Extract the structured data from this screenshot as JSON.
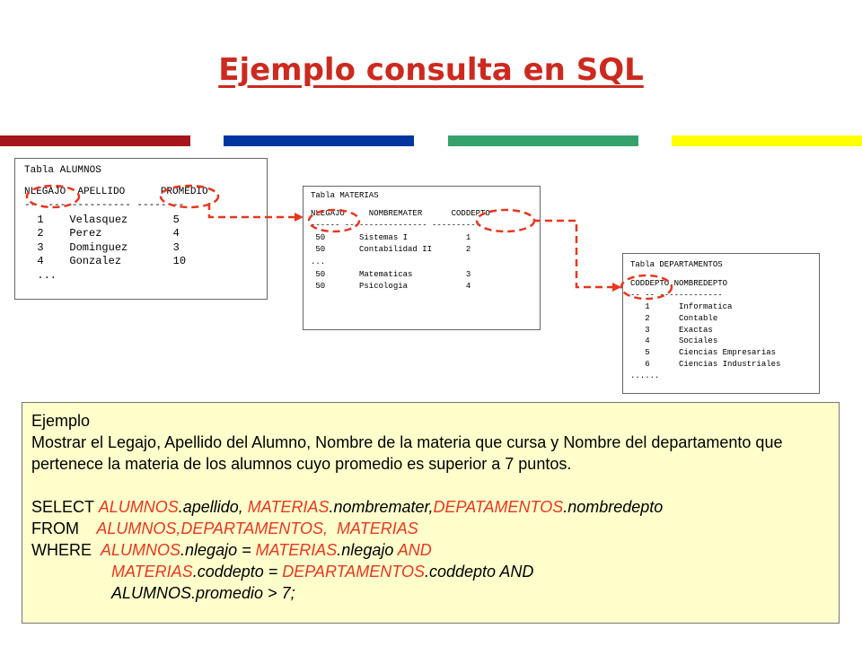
{
  "title": "Ejemplo consulta en SQL",
  "colors": {
    "title": "#cc2a1f",
    "bar_red": "#a5151b",
    "bar_blue": "#0035a0",
    "bar_green": "#35a26b",
    "bar_yellow": "#ffff00",
    "arrow": "#e8361f",
    "box_bg": "#ffffcc"
  },
  "alumnos": {
    "title": "Tabla ALUMNOS",
    "header": "NLEGAJO  APELLIDO      PROMEDIO",
    "rule": "--  -------------- --------",
    "rows": [
      "  1    Velasquez       5",
      "  2    Perez           4",
      "  3    Dominguez       3",
      "  4    Gonzalez        10",
      "  ..."
    ]
  },
  "materias": {
    "title": "Tabla MATERIAS",
    "header": "NLEGAJO     NOMBREMATER      CODDEPTO",
    "rule": "------ ----------------- ----------",
    "rows": [
      " 50       Sistemas I            1",
      " 50       Contabilidad II       2",
      "...",
      " 50       Matematicas           3",
      " 50       Psicologia            4"
    ]
  },
  "departamentos": {
    "title": "Tabla DEPARTAMENTOS",
    "header": "CODDEPTO NOMBREDEPTO",
    "rule": "-- -- -------------",
    "rows": [
      "   1      Informatica",
      "   2      Contable",
      "   3      Exactas",
      "   4      Sociales",
      "   5      Ciencias Empresarias",
      "   6      Ciencias Industriales",
      "......"
    ]
  },
  "example": {
    "heading": "Ejemplo",
    "description": "Mostrar el Legajo, Apellido del Alumno, Nombre de la materia que cursa y Nombre del departamento que pertenece la materia de los alumnos cuyo promedio es superior a 7 puntos.",
    "select_kw": "SELECT ",
    "select_t1": "ALUMNOS",
    "select_c1": ".apellido, ",
    "select_t2": "MATERIAS",
    "select_c2": ".nombremater,",
    "select_t3": "DEPATAMENTOS",
    "select_c3": ".nombredepto",
    "from_kw": "FROM",
    "from_list": "    ALUMNOS,DEPARTAMENTOS,  MATERIAS",
    "where_kw": "WHERE  ",
    "w1_t1": "ALUMNOS",
    "w1_c1": ".nlegajo = ",
    "w1_t2": "MATERIAS",
    "w1_c2": ".nlegajo ",
    "w1_and": "AND",
    "w2_t1": "MATERIAS",
    "w2_c1": ".coddepto = ",
    "w2_t2": "DEPARTAMENTOS",
    "w2_c2": ".coddepto AND",
    "w3_t1": "ALUMNOS",
    "w3_c1": ".promedio > 7;"
  }
}
